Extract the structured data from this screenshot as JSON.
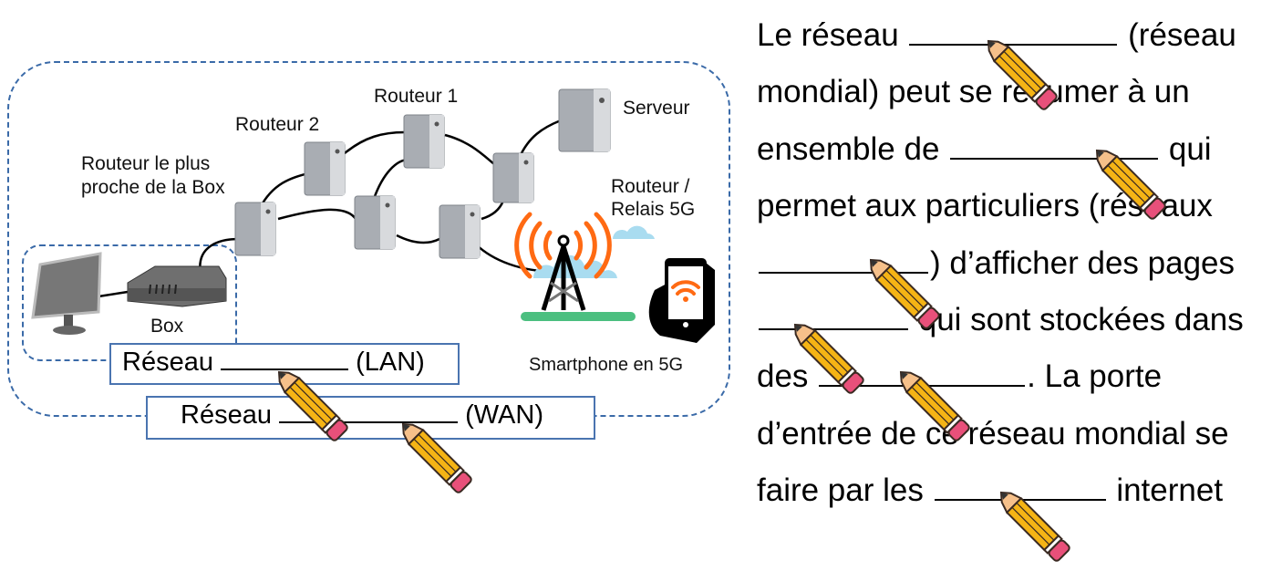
{
  "diagram": {
    "labels": {
      "router_1": "Routeur 1",
      "router_2": "Routeur 2",
      "nearest_router_line1": "Routeur le plus",
      "nearest_router_line2": "proche de la Box",
      "server": "Serveur",
      "relay_line1": "Routeur /",
      "relay_line2": "Relais 5G",
      "box": "Box",
      "smartphone": "Smartphone en 5G"
    },
    "lan_box": {
      "prefix": "Réseau",
      "suffix": "(LAN)"
    },
    "wan_box": {
      "prefix": "Réseau",
      "suffix": "(WAN)"
    },
    "icons": [
      "computer-monitor-icon",
      "modem-box-icon",
      "server-tower-icon",
      "antenna-tower-icon",
      "smartphone-wifi-icon",
      "pencil-icon",
      "cloud-icon"
    ],
    "colors": {
      "zone_border": "#3a6aa8",
      "answer_border": "#4a74b0",
      "signal_orange": "#ff6a13",
      "cloud_blue": "#a9dcf0",
      "ground_green": "#4cbf80",
      "pencil_body": "#f5b415",
      "pencil_eraser": "#e8507a"
    }
  },
  "exercise_text": {
    "lines": [
      {
        "before": "Le réseau ",
        "blank": true,
        "after": " (réseau"
      },
      {
        "before": "mondial) peut se résumer à un",
        "blank": false,
        "after": ""
      },
      {
        "before": "ensemble de ",
        "blank": true,
        "after": " qui"
      },
      {
        "before": "permet aux particuliers (réseaux",
        "blank": false,
        "after": ""
      },
      {
        "before": "",
        "blank": true,
        "after": ") d’afficher des pages"
      },
      {
        "before": "",
        "blank": true,
        "after": " qui sont stockées dans"
      },
      {
        "before": "des ",
        "blank": true,
        "after": ". La porte"
      },
      {
        "before": "d’entrée de ce réseau mondial se",
        "blank": false,
        "after": ""
      },
      {
        "before": "faire par les ",
        "blank": true,
        "after": " internet"
      }
    ]
  }
}
